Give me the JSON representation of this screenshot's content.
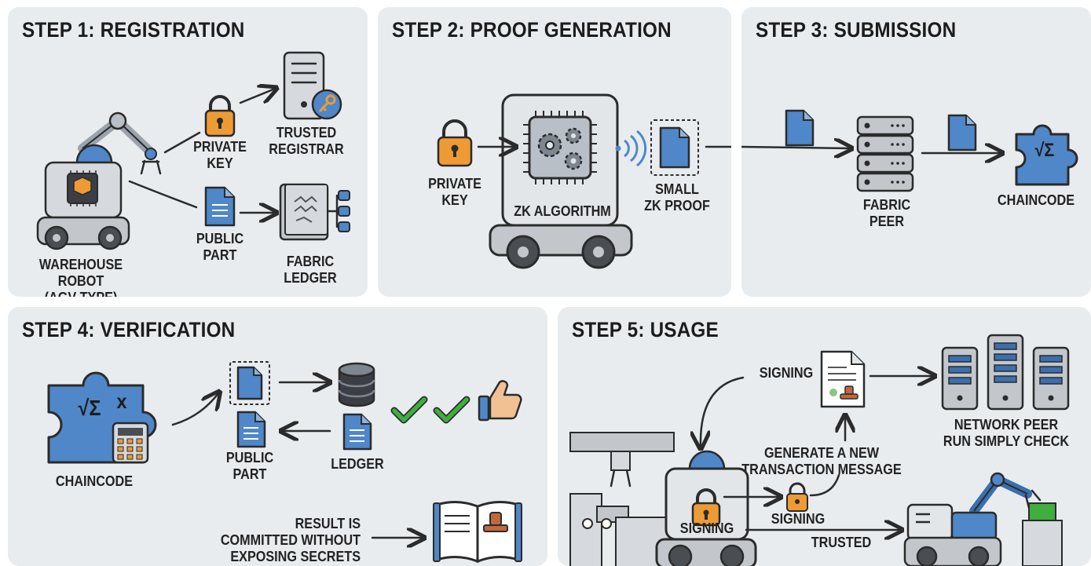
{
  "step1": {
    "title": "STEP 1: REGISTRATION",
    "robot_label": "WAREHOUSE ROBOT\n(AGV TYPE)",
    "private_key_label": "PRIVATE\nKEY",
    "registrar_label": "TRUSTED\nREGISTRAR",
    "public_part_label": "PUBLIC\nPART",
    "ledger_label": "FABRIC\nLEDGER"
  },
  "step2": {
    "title": "STEP 2: PROOF GENERATION",
    "private_key_label": "PRIVATE\nKEY",
    "algorithm_label": "ZK ALGORITHM",
    "proof_label": "SMALL\nZK PROOF"
  },
  "step3": {
    "title": "STEP 3: SUBMISSION",
    "peer_label": "FABRIC\nPEER",
    "chaincode_label": "CHAINCODE",
    "chaincode_symbol": "√Σ"
  },
  "step4": {
    "title": "STEP 4: VERIFICATION",
    "chaincode_label": "CHAINCODE",
    "chaincode_symbol": "√Σ",
    "chaincode_symbol_x": "x",
    "public_part_label": "PUBLIC\nPART",
    "ledger_label": "LEDGER",
    "result_label": "RESULT IS\nCOMMITTED WITHOUT\nEXPOSING SECRETS"
  },
  "step5": {
    "title": "STEP 5: USAGE",
    "signing_top_label": "SIGNING",
    "network_peer_label": "NETWORK PEER\nRUN SIMPLY CHECK",
    "generate_label": "GENERATE A NEW\nTRANSACTION MESSAGE",
    "robot_signing_label": "SIGNING",
    "signing_mid_label": "SIGNING",
    "trusted_label": "TRUSTED"
  },
  "colors": {
    "panel_bg": "#e9ecef",
    "accent_blue": "#4f87c8",
    "accent_orange": "#ee9a35",
    "check_green": "#3fae3f",
    "robot_gray": "#c3c7cc",
    "dark_stroke": "#2b2b2b"
  }
}
